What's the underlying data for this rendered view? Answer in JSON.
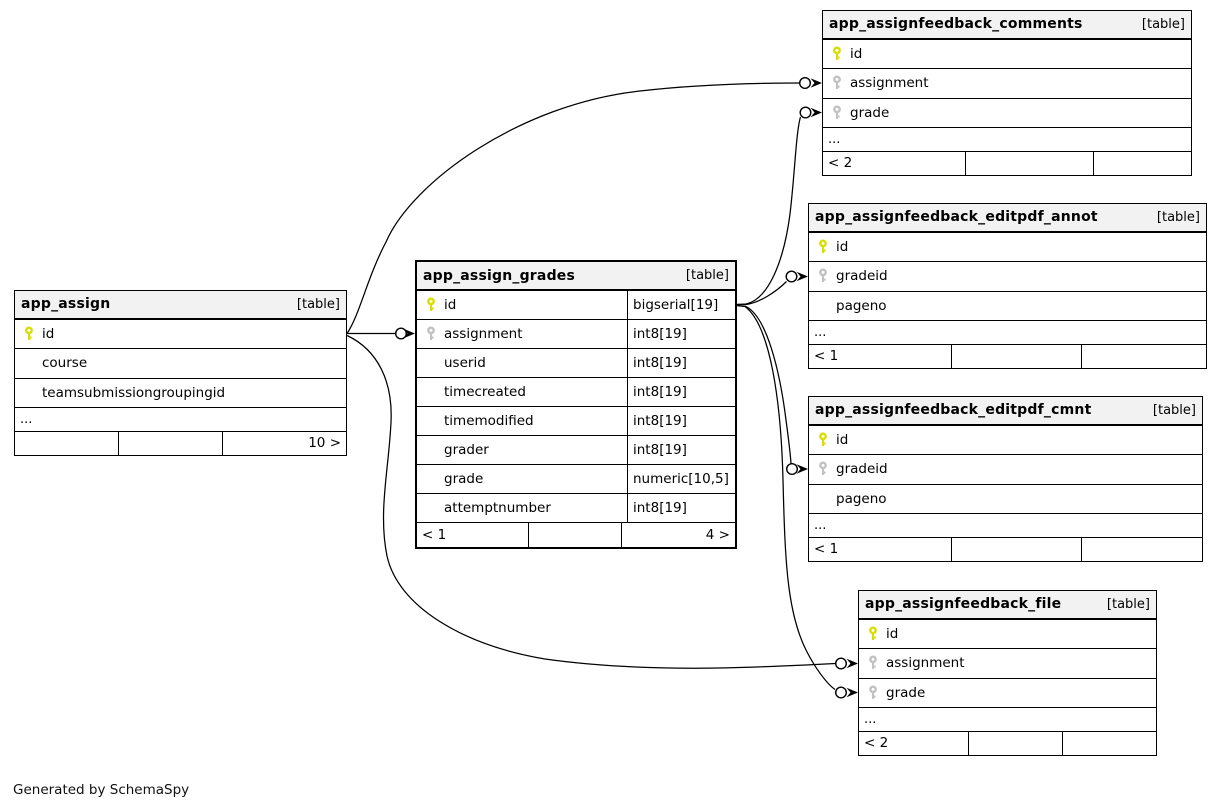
{
  "page": {
    "footer_note": "Generated by SchemaSpy",
    "background": "#ffffff"
  },
  "colors": {
    "pk_key": "#d9dd00",
    "fk_key": "#c2c2c2",
    "header_bg": "#f2f2f2",
    "line": "#000000"
  },
  "tables": [
    {
      "name": "app_assign",
      "tag": "[table]",
      "emphasized": false,
      "columns": [
        {
          "name": "id",
          "key": "pk"
        },
        {
          "name": "course",
          "key": ""
        },
        {
          "name": "teamsubmissiongroupingid",
          "key": ""
        }
      ],
      "ellipsis": "...",
      "footer": {
        "cells": [
          "",
          "",
          "10 >"
        ]
      }
    },
    {
      "name": "app_assign_grades",
      "tag": "[table]",
      "emphasized": true,
      "columns": [
        {
          "name": "id",
          "key": "pk",
          "type": "bigserial[19]"
        },
        {
          "name": "assignment",
          "key": "fk",
          "type": "int8[19]"
        },
        {
          "name": "userid",
          "key": "",
          "type": "int8[19]"
        },
        {
          "name": "timecreated",
          "key": "",
          "type": "int8[19]"
        },
        {
          "name": "timemodified",
          "key": "",
          "type": "int8[19]"
        },
        {
          "name": "grader",
          "key": "",
          "type": "int8[19]"
        },
        {
          "name": "grade",
          "key": "",
          "type": "numeric[10,5]"
        },
        {
          "name": "attemptnumber",
          "key": "",
          "type": "int8[19]"
        }
      ],
      "footer": {
        "cells": [
          "< 1",
          "",
          "4 >"
        ]
      }
    },
    {
      "name": "app_assignfeedback_comments",
      "tag": "[table]",
      "emphasized": false,
      "columns": [
        {
          "name": "id",
          "key": "pk"
        },
        {
          "name": "assignment",
          "key": "fk"
        },
        {
          "name": "grade",
          "key": "fk"
        }
      ],
      "ellipsis": "...",
      "footer": {
        "cells": [
          "< 2",
          "",
          ""
        ]
      }
    },
    {
      "name": "app_assignfeedback_editpdf_annot",
      "tag": "[table]",
      "emphasized": false,
      "columns": [
        {
          "name": "id",
          "key": "pk"
        },
        {
          "name": "gradeid",
          "key": "fk"
        },
        {
          "name": "pageno",
          "key": ""
        }
      ],
      "ellipsis": "...",
      "footer": {
        "cells": [
          "< 1",
          "",
          ""
        ]
      }
    },
    {
      "name": "app_assignfeedback_editpdf_cmnt",
      "tag": "[table]",
      "emphasized": false,
      "columns": [
        {
          "name": "id",
          "key": "pk"
        },
        {
          "name": "gradeid",
          "key": "fk"
        },
        {
          "name": "pageno",
          "key": ""
        }
      ],
      "ellipsis": "...",
      "footer": {
        "cells": [
          "< 1",
          "",
          ""
        ]
      }
    },
    {
      "name": "app_assignfeedback_file",
      "tag": "[table]",
      "emphasized": false,
      "columns": [
        {
          "name": "id",
          "key": "pk"
        },
        {
          "name": "assignment",
          "key": "fk"
        },
        {
          "name": "grade",
          "key": "fk"
        }
      ],
      "ellipsis": "...",
      "footer": {
        "cells": [
          "< 2",
          "",
          ""
        ]
      }
    }
  ],
  "relationships": [
    {
      "from": "app_assign.id",
      "to": "app_assign_grades.assignment"
    },
    {
      "from": "app_assign.id",
      "to": "app_assignfeedback_comments.assignment"
    },
    {
      "from": "app_assign.id",
      "to": "app_assignfeedback_file.assignment"
    },
    {
      "from": "app_assign_grades.id",
      "to": "app_assignfeedback_comments.grade"
    },
    {
      "from": "app_assign_grades.id",
      "to": "app_assignfeedback_editpdf_annot.gradeid"
    },
    {
      "from": "app_assign_grades.id",
      "to": "app_assignfeedback_editpdf_cmnt.gradeid"
    },
    {
      "from": "app_assign_grades.id",
      "to": "app_assignfeedback_file.grade"
    }
  ]
}
